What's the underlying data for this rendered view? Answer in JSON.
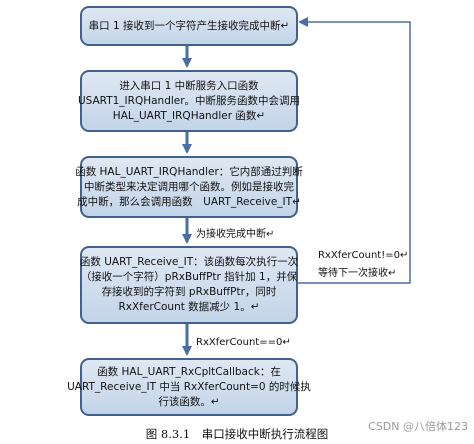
{
  "boxes": [
    {
      "lines": [
        "串口 1 接收到一个字符产生接收完成中断↵"
      ]
    },
    {
      "lines": [
        "进入串口 1 中断服务入口函数",
        "USART1_IRQHandler。中断服务函数中会调用",
        "HAL_UART_IRQHandler 函数↵"
      ]
    },
    {
      "lines": [
        "函数 HAL_UART_IRQHandler：它内部通过判断",
        "中断类型来决定调用哪个函数。例如是接收完",
        "成中断，那么会调用函数　UART_Receive_IT↵"
      ]
    },
    {
      "lines": [
        "函数 UART_Receive_IT：该函数每次执行一次",
        "（接收一个字符）pRxBuffPtr 指针加 1，并保",
        "存接收到的字符到 pRxBuffPtr，同时",
        "RxXferCount 数据减少 1。↵"
      ]
    },
    {
      "lines": [
        "函数 HAL_UART_RxCpltCallback：在",
        "UART_Receive_IT 中当 RxXferCount=0 的时候执",
        "行该函数。↵"
      ]
    }
  ],
  "labels": {
    "complete": "为接收完成中断↵",
    "not_zero_1": "RxXferCount!=0↵",
    "not_zero_2": "等待下一次接收↵",
    "zero": "RxXferCount==0↵"
  },
  "caption": "图 8.3.1　串口接收中断执行流程图",
  "watermark": "CSDN @八倍体123",
  "colors": {
    "box_border": "#41618e",
    "box_fill_top": "#dfe8f3",
    "box_fill_bottom": "#c3d4e8",
    "arrow": "#4a6fa5"
  }
}
